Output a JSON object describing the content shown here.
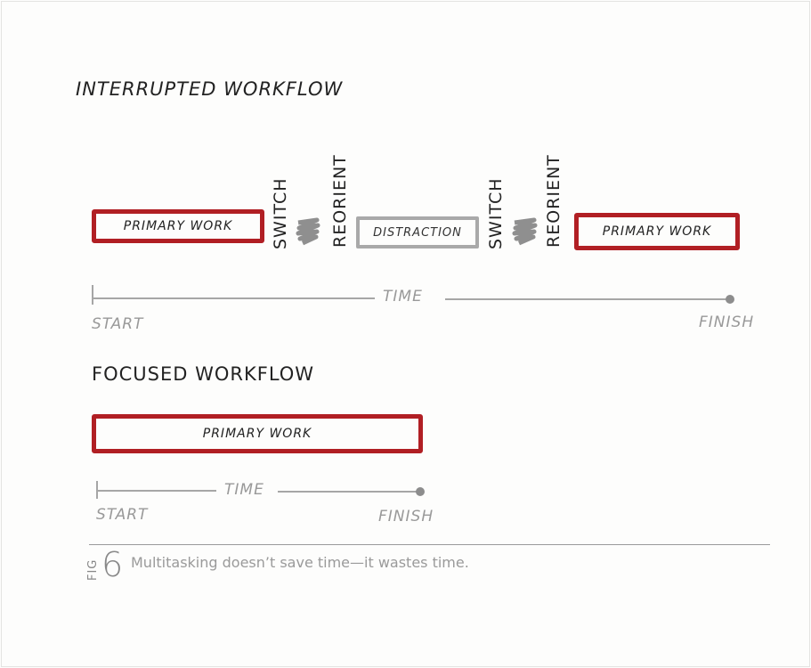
{
  "interrupted": {
    "title": "INTERRUPTED WORKFLOW",
    "primary_work_1": "PRIMARY WORK",
    "switch_1": "SWITCH",
    "reorient_1": "REORIENT",
    "distraction": "DISTRACTION",
    "switch_2": "SWITCH",
    "reorient_2": "REORIENT",
    "primary_work_2": "PRIMARY WORK",
    "timeline": {
      "start": "START",
      "time": "TIME",
      "finish": "FINISH"
    }
  },
  "focused": {
    "title": "FOCUSED WORKFLOW",
    "primary_work": "PRIMARY WORK",
    "timeline": {
      "start": "START",
      "time": "TIME",
      "finish": "FINISH"
    }
  },
  "figure": {
    "fig_label": "FIG",
    "number": "6",
    "caption": "Multitasking doesn’t save time—it wastes time."
  },
  "colors": {
    "primary": "#b11f24",
    "secondary": "#a9a9a9"
  }
}
